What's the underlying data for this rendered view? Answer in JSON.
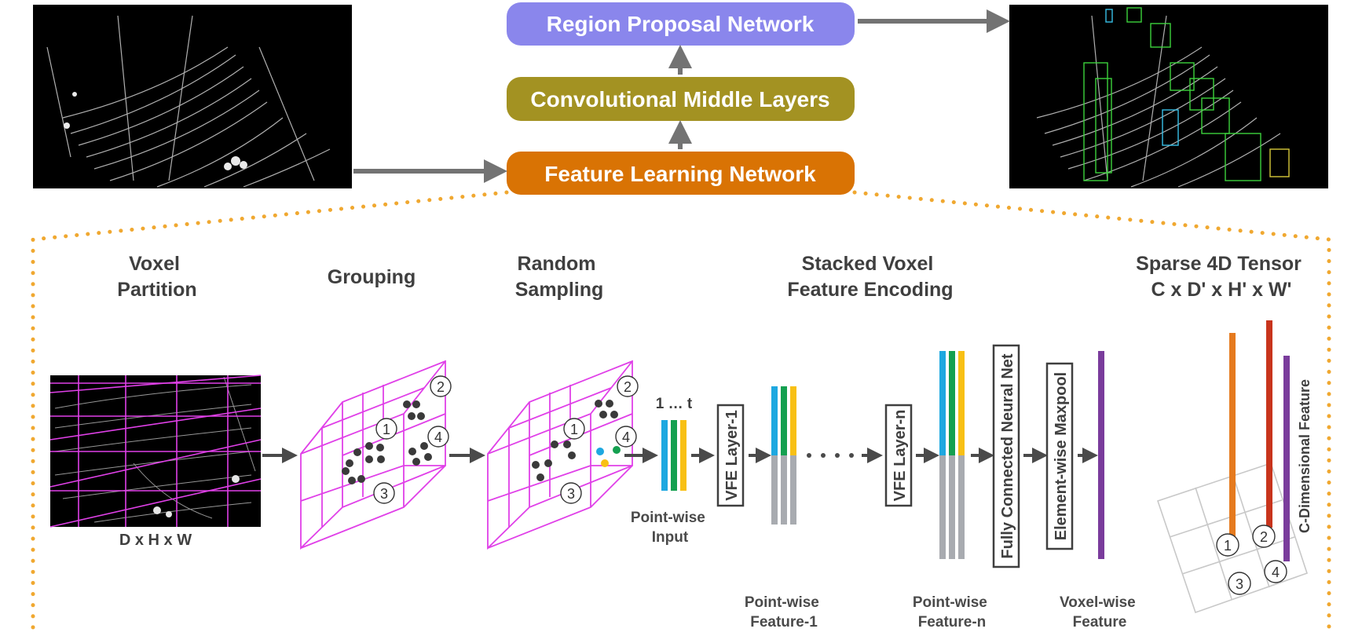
{
  "pipeline": {
    "rpn": "Region Proposal Network",
    "cml": "Convolutional Middle Layers",
    "fln": "Feature Learning Network"
  },
  "stages": {
    "voxel_partition": [
      "Voxel",
      "Partition"
    ],
    "grouping": "Grouping",
    "random_sampling": [
      "Random",
      "Sampling"
    ],
    "svfe": [
      "Stacked Voxel",
      "Feature Encoding"
    ],
    "sparse_tensor": [
      "Sparse 4D Tensor",
      "C x D' x H' x W'"
    ]
  },
  "labels": {
    "dhw": "D x H x W",
    "one_to_t": "1 … t",
    "pointwise_input": [
      "Point-wise",
      "Input"
    ],
    "vfe1": "VFE Layer-1",
    "vfen": "VFE Layer-n",
    "fcnn": "Fully Connected Neural Net",
    "maxpool": "Element-wise Maxpool",
    "pw_feature1": [
      "Point-wise",
      "Feature-1"
    ],
    "pw_featuren": [
      "Point-wise",
      "Feature-n"
    ],
    "voxel_feature": [
      "Voxel-wise",
      "Feature"
    ],
    "c_dim": "C-Dimensional Feature"
  },
  "voxel_ids": [
    "1",
    "2",
    "3",
    "4"
  ],
  "colors": {
    "rpn": "#8a86ec",
    "cml": "#a39222",
    "fln": "#d97304",
    "arrow": "#737373",
    "magenta": "#e040e8",
    "dots": "#f0a830",
    "blue": "#1ea8e0",
    "green": "#14a050",
    "yellow": "#f8c014",
    "gray": "#a8abb0",
    "purple": "#7a3c9c",
    "orange": "#e57a1e",
    "red": "#c8341c"
  }
}
